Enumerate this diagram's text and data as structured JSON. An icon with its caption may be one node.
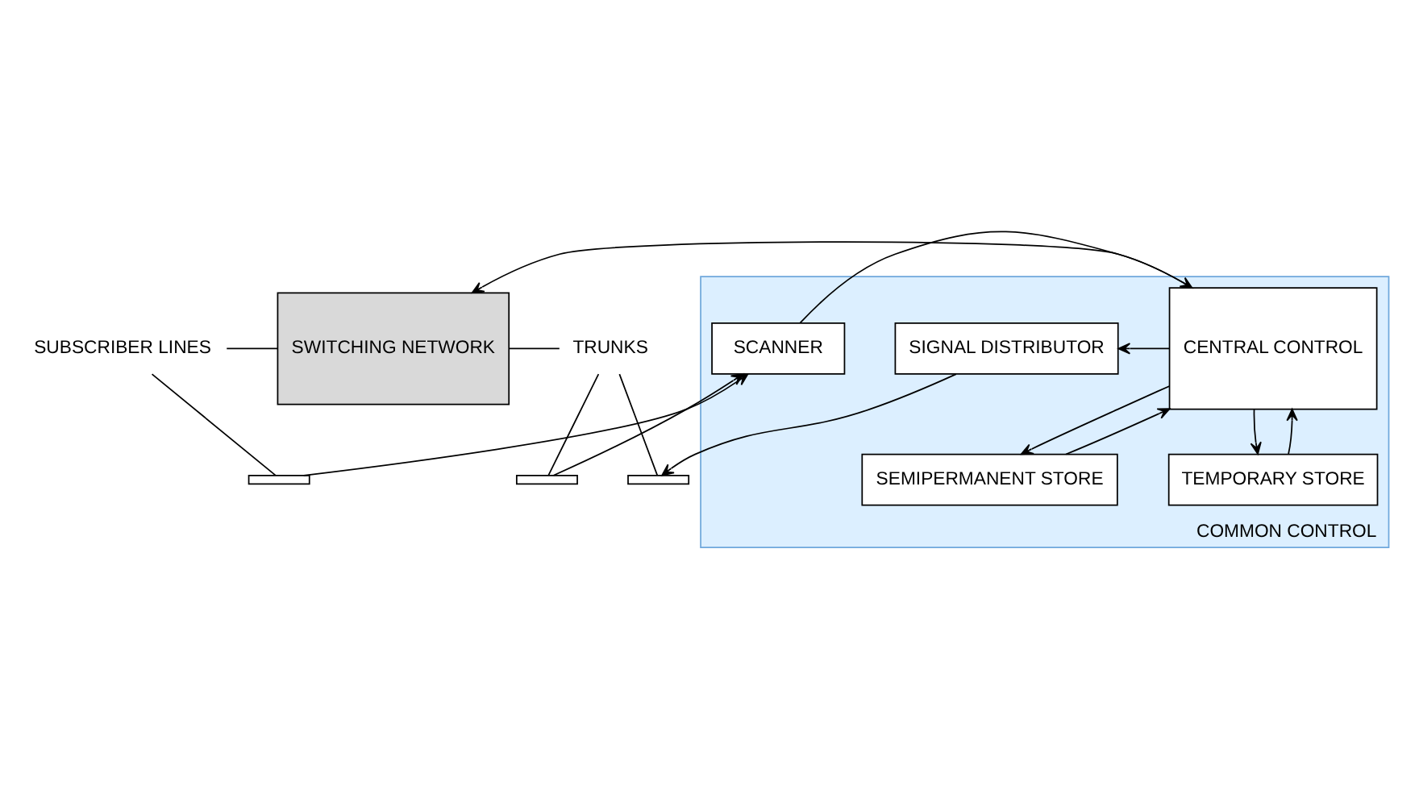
{
  "diagram": {
    "nodes": [
      {
        "text": [
          "SUBSCRIBER LINES"
        ]
      },
      {
        "text": [
          "SWITCHING NETWORK"
        ]
      },
      {
        "text": [
          "TRUNKS"
        ]
      },
      {
        "text": [],
        "shape": "bar"
      },
      {
        "text": [],
        "shape": "bar"
      },
      {
        "text": [],
        "shape": "bar"
      },
      {
        "text": [
          "COMMON CONTROL"
        ]
      },
      {
        "text": [
          "SCANNER"
        ],
        "in": 6
      },
      {
        "text": [
          "CENTRAL CONTROL"
        ],
        "in": 6
      },
      {
        "text": [
          "SIGNAL DISTRIBUTOR"
        ],
        "in": 6
      },
      {
        "text": [
          "TEMPORARY STORE"
        ],
        "in": 6
      },
      {
        "text": [
          "SEMIPERMANENT STORE"
        ],
        "in": 6
      }
    ],
    "edges": [
      {
        "from": 0,
        "to": 1,
        "arrow": "none"
      },
      {
        "from": 1,
        "to": 2,
        "arrow": "none"
      },
      {
        "from": 0,
        "to": 3,
        "arrow": "none"
      },
      {
        "from": 2,
        "to": 4,
        "arrow": "none"
      },
      {
        "from": 2,
        "to": 5,
        "arrow": "none"
      },
      {
        "from": 3,
        "to": 7,
        "arrow": "to"
      },
      {
        "from": 4,
        "to": 7,
        "arrow": "to"
      },
      {
        "from": 8,
        "to": 1,
        "arrow": "to"
      },
      {
        "from": 9,
        "to": 5,
        "arrow": "to"
      },
      {
        "from": 7,
        "to": 8,
        "arrow": "to"
      },
      {
        "from": 8,
        "to": 9,
        "arrow": "to"
      },
      {
        "from": 10,
        "to": 8,
        "arrow": "to"
      },
      {
        "from": 8,
        "to": 10,
        "arrow": "to"
      },
      {
        "from": 11,
        "to": 8,
        "arrow": "to"
      },
      {
        "from": 8,
        "to": 11,
        "arrow": "to"
      }
    ]
  }
}
